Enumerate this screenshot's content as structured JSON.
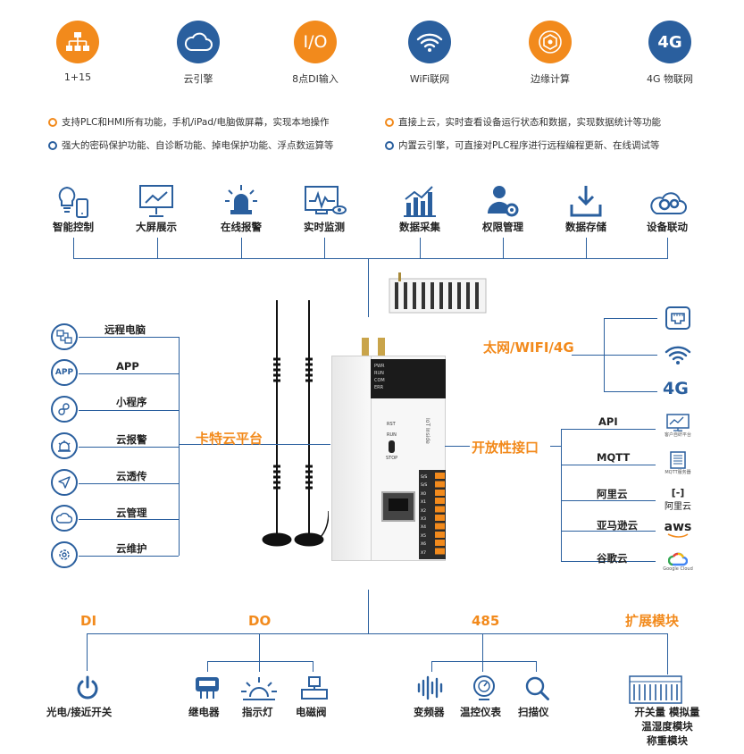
{
  "top_features": [
    {
      "label": "1+15",
      "icon": "network-icon",
      "color": "#f28a1c"
    },
    {
      "label": "云引擎",
      "icon": "cloud-icon",
      "color": "#2a5f9e"
    },
    {
      "label": "8点DI输入",
      "icon": "io-icon",
      "color": "#f28a1c",
      "icon_text": "I/O"
    },
    {
      "label": "WiFi联网",
      "icon": "wifi-icon",
      "color": "#2a5f9e"
    },
    {
      "label": "边缘计算",
      "icon": "edge-computing-icon",
      "color": "#f28a1c"
    },
    {
      "label": "4G 物联网",
      "icon": "4g-icon",
      "color": "#2a5f9e",
      "icon_text": "4G"
    }
  ],
  "bullets": [
    {
      "text": "支持PLC和HMI所有功能，手机/iPad/电脑做屏幕，实现本地操作",
      "color": "#f28a1c"
    },
    {
      "text": "直接上云，实时查看设备运行状态和数据，实现数据统计等功能",
      "color": "#f28a1c"
    },
    {
      "text": "强大的密码保护功能、自诊断功能、掉电保护功能、浮点数运算等",
      "color": "#2a5f9e"
    },
    {
      "text": "内置云引擎，可直接对PLC程序进行远程编程更新、在线调试等",
      "color": "#2a5f9e"
    }
  ],
  "functions": [
    {
      "label": "智能控制",
      "icon": "smart-control-icon"
    },
    {
      "label": "大屏展示",
      "icon": "big-screen-icon"
    },
    {
      "label": "在线报警",
      "icon": "alarm-light-icon"
    },
    {
      "label": "实时监测",
      "icon": "monitor-icon"
    },
    {
      "label": "数据采集",
      "icon": "data-chart-icon"
    },
    {
      "label": "权限管理",
      "icon": "user-gear-icon"
    },
    {
      "label": "数据存储",
      "icon": "download-icon"
    },
    {
      "label": "设备联动",
      "icon": "gears-cloud-icon"
    }
  ],
  "cloud_platform": {
    "title": "卡特云平台",
    "items": [
      {
        "label": "远程电脑",
        "icon": "remote-pc-icon"
      },
      {
        "label": "APP",
        "icon": "app-icon",
        "icon_text": "APP"
      },
      {
        "label": "小程序",
        "icon": "mini-program-icon"
      },
      {
        "label": "云报警",
        "icon": "cloud-alarm-icon"
      },
      {
        "label": "云透传",
        "icon": "send-icon"
      },
      {
        "label": "云管理",
        "icon": "cloud-manage-icon"
      },
      {
        "label": "云维护",
        "icon": "cloud-maintain-icon"
      }
    ]
  },
  "network": {
    "title": "太网/WIFI/4G",
    "icons": [
      {
        "name": "ethernet-icon"
      },
      {
        "name": "wifi-icon"
      },
      {
        "name": "4g-icon",
        "text": "4G"
      }
    ]
  },
  "open_interface": {
    "title": "开放性接口",
    "items": [
      {
        "label": "API",
        "icon": "api-icon",
        "caption": "客户自研平台"
      },
      {
        "label": "MQTT",
        "icon": "mqtt-icon",
        "caption": "MQTT服务器"
      },
      {
        "label": "阿里云",
        "icon": "aliyun-icon",
        "caption": "阿里云"
      },
      {
        "label": "亚马逊云",
        "icon": "aws-icon",
        "caption": "aws"
      },
      {
        "label": "谷歌云",
        "icon": "google-cloud-icon",
        "caption": "Google Cloud"
      }
    ]
  },
  "device": {
    "panel_rows": [
      "PWR",
      "RUN",
      "COM",
      "ERR"
    ],
    "labels": {
      "rst": "RST",
      "run": "RUN",
      "stop": "STOP",
      "iot": "IoT Inside"
    },
    "terminals": [
      "S/S",
      "S/S",
      "X0",
      "X1",
      "X2",
      "X3",
      "X4",
      "X5",
      "X6",
      "X7"
    ]
  },
  "bottom": {
    "categories": [
      {
        "title": "DI",
        "items": [
          {
            "label": "光电/接近开关",
            "icon": "power-icon"
          }
        ]
      },
      {
        "title": "DO",
        "items": [
          {
            "label": "继电器",
            "icon": "relay-icon"
          },
          {
            "label": "指示灯",
            "icon": "indicator-light-icon"
          },
          {
            "label": "电磁阀",
            "icon": "solenoid-valve-icon"
          }
        ]
      },
      {
        "title": "485",
        "items": [
          {
            "label": "变频器",
            "icon": "inverter-icon"
          },
          {
            "label": "温控仪表",
            "icon": "thermostat-icon"
          },
          {
            "label": "扫描仪",
            "icon": "scanner-icon"
          }
        ]
      },
      {
        "title": "扩展模块",
        "items": [
          {
            "label": "开关量 模拟量",
            "icon": "io-module-icon"
          },
          {
            "label": "温湿度模块",
            "icon": ""
          },
          {
            "label": "称重模块",
            "icon": ""
          }
        ]
      }
    ]
  },
  "colors": {
    "orange": "#f28a1c",
    "blue": "#2a5f9e",
    "line": "#2a5f9e"
  }
}
